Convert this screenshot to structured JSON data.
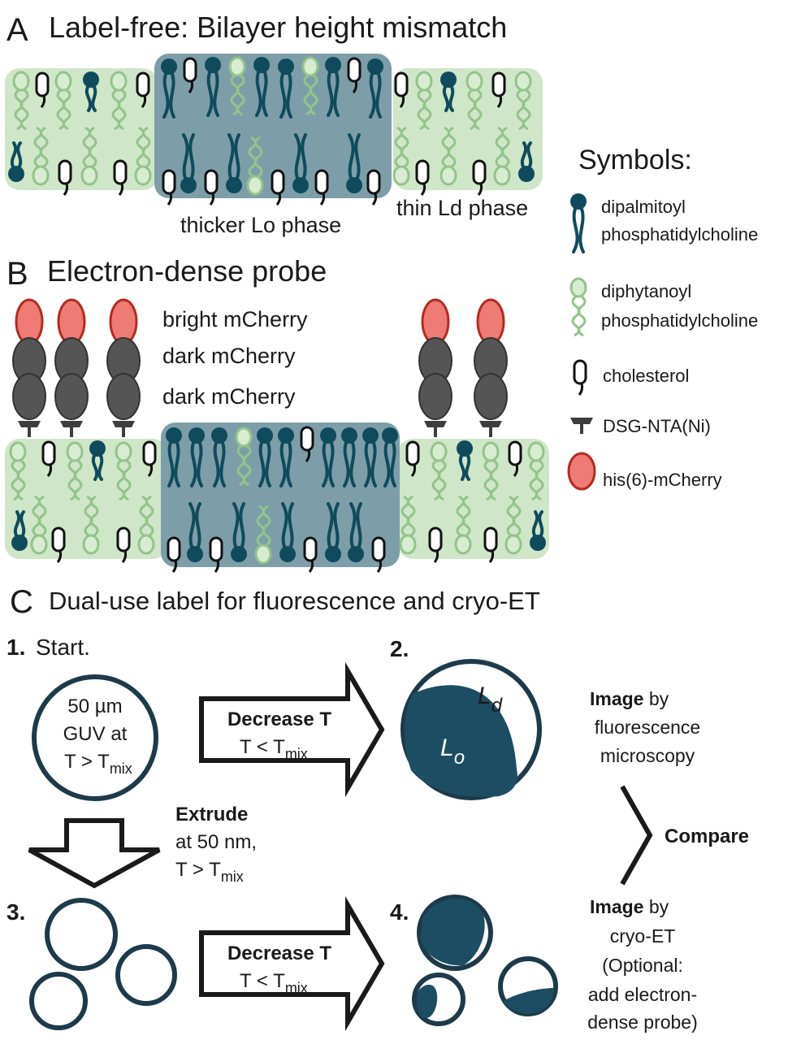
{
  "colors": {
    "dppc": "#0f4b5c",
    "diphy_fill": "#d7ecd0",
    "diphy_line": "#93c48a",
    "lo_band": "#7d9ea9",
    "ld_band": "#cfe6c8",
    "mcherry_bright": "#ee7b74",
    "mcherry_bright_edge": "#b52a22",
    "mcherry_dark": "#555555",
    "anchor": "#3d3d3d",
    "lo_domain": "#1d4d62"
  },
  "panelA": {
    "letter": "A",
    "title": "Label-free: Bilayer height mismatch",
    "lo_label": "thicker Lo phase",
    "ld_label": "thin Ld phase"
  },
  "panelB": {
    "letter": "B",
    "title": "Electron-dense probe",
    "label_bright": "bright mCherry",
    "label_dark1": "dark mCherry",
    "label_dark2": "dark mCherry"
  },
  "legend": {
    "title": "Symbols:",
    "dppc_1": "dipalmitoyl",
    "dppc_2": "phosphatidylcholine",
    "diphy_1": "diphytanoyl",
    "diphy_2": "phosphatidylcholine",
    "cholesterol": "cholesterol",
    "anchor": "DSG-NTA(Ni)",
    "mcherry": "his(6)-mCherry"
  },
  "panelC": {
    "letter": "C",
    "title": "Dual-use label for fluorescence and cryo-ET",
    "step1_num": "1.",
    "step1_text": "Start.",
    "step2_num": "2.",
    "step3_num": "3.",
    "step4_num": "4.",
    "guv_line1": "50 µm",
    "guv_line2": "GUV at",
    "guv_line3_pre": "T > T",
    "guv_line3_sub": "mix",
    "arrow_bold": "Decrease T",
    "arrow_sub_pre": "T < T",
    "arrow_sub_sub": "mix",
    "extrude_bold": "Extrude",
    "extrude_2": "at 50 nm,",
    "extrude_3_pre": "T > T",
    "extrude_3_sub": "mix",
    "ld_main": "L",
    "ld_sub": "d",
    "lo_main": "L",
    "lo_sub": "o",
    "fluor_bold": "Image",
    "fluor_by": " by",
    "fluor_2": "fluorescence",
    "fluor_3": "microscopy",
    "compare": "Compare",
    "cryo_bold": "Image",
    "cryo_by": " by",
    "cryo_2": "cryo-ET",
    "cryo_3": "(Optional:",
    "cryo_4": "add electron-",
    "cryo_5": "dense probe)"
  }
}
